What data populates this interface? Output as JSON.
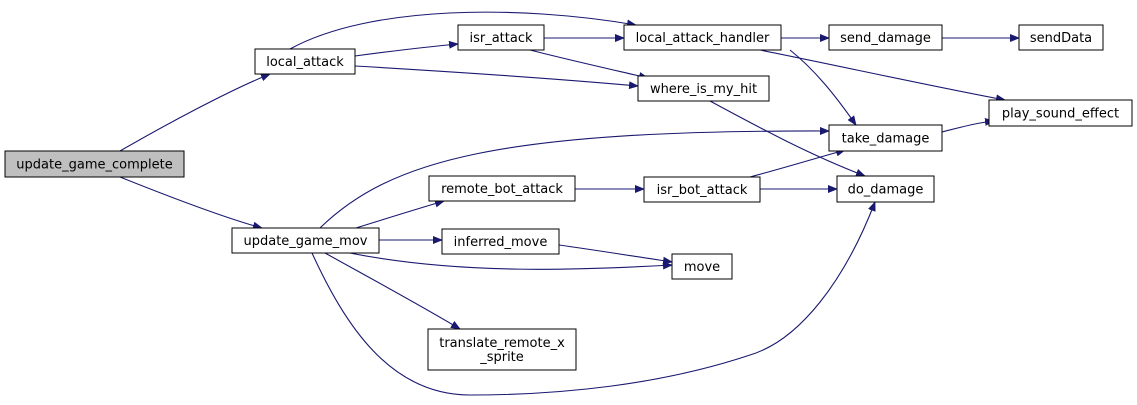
{
  "colors": {
    "edge": "#191970",
    "node_fill": "#ffffff",
    "root_fill": "#bfbfbf",
    "border": "#000000"
  },
  "nodes": [
    {
      "id": "update_game_complete",
      "lines": [
        "update_game_complete"
      ],
      "root": true
    },
    {
      "id": "local_attack",
      "lines": [
        "local_attack"
      ]
    },
    {
      "id": "update_game_mov",
      "lines": [
        "update_game_mov"
      ]
    },
    {
      "id": "isr_attack",
      "lines": [
        "isr_attack"
      ]
    },
    {
      "id": "local_attack_handler",
      "lines": [
        "local_attack_handler"
      ]
    },
    {
      "id": "where_is_my_hit",
      "lines": [
        "where_is_my_hit"
      ]
    },
    {
      "id": "send_damage",
      "lines": [
        "send_damage"
      ]
    },
    {
      "id": "sendData",
      "lines": [
        "sendData"
      ]
    },
    {
      "id": "play_sound_effect",
      "lines": [
        "play_sound_effect"
      ]
    },
    {
      "id": "take_damage",
      "lines": [
        "take_damage"
      ]
    },
    {
      "id": "remote_bot_attack",
      "lines": [
        "remote_bot_attack"
      ]
    },
    {
      "id": "isr_bot_attack",
      "lines": [
        "isr_bot_attack"
      ]
    },
    {
      "id": "do_damage",
      "lines": [
        "do_damage"
      ]
    },
    {
      "id": "inferred_move",
      "lines": [
        "inferred_move"
      ]
    },
    {
      "id": "move",
      "lines": [
        "move"
      ]
    },
    {
      "id": "translate_remote_x_sprite",
      "lines": [
        "translate_remote_x",
        "_sprite"
      ]
    }
  ],
  "edges": [
    {
      "from": "update_game_complete",
      "to": "local_attack"
    },
    {
      "from": "update_game_complete",
      "to": "update_game_mov"
    },
    {
      "from": "local_attack",
      "to": "isr_attack"
    },
    {
      "from": "local_attack",
      "to": "local_attack_handler"
    },
    {
      "from": "local_attack",
      "to": "where_is_my_hit"
    },
    {
      "from": "isr_attack",
      "to": "local_attack_handler"
    },
    {
      "from": "isr_attack",
      "to": "where_is_my_hit"
    },
    {
      "from": "local_attack_handler",
      "to": "send_damage"
    },
    {
      "from": "local_attack_handler",
      "to": "play_sound_effect"
    },
    {
      "from": "local_attack_handler",
      "to": "take_damage"
    },
    {
      "from": "send_damage",
      "to": "sendData"
    },
    {
      "from": "where_is_my_hit",
      "to": "do_damage"
    },
    {
      "from": "take_damage",
      "to": "play_sound_effect"
    },
    {
      "from": "update_game_mov",
      "to": "take_damage"
    },
    {
      "from": "update_game_mov",
      "to": "remote_bot_attack"
    },
    {
      "from": "update_game_mov",
      "to": "inferred_move"
    },
    {
      "from": "update_game_mov",
      "to": "move"
    },
    {
      "from": "update_game_mov",
      "to": "translate_remote_x_sprite"
    },
    {
      "from": "update_game_mov",
      "to": "do_damage"
    },
    {
      "from": "remote_bot_attack",
      "to": "isr_bot_attack"
    },
    {
      "from": "isr_bot_attack",
      "to": "take_damage"
    },
    {
      "from": "isr_bot_attack",
      "to": "do_damage"
    },
    {
      "from": "inferred_move",
      "to": "move"
    }
  ]
}
